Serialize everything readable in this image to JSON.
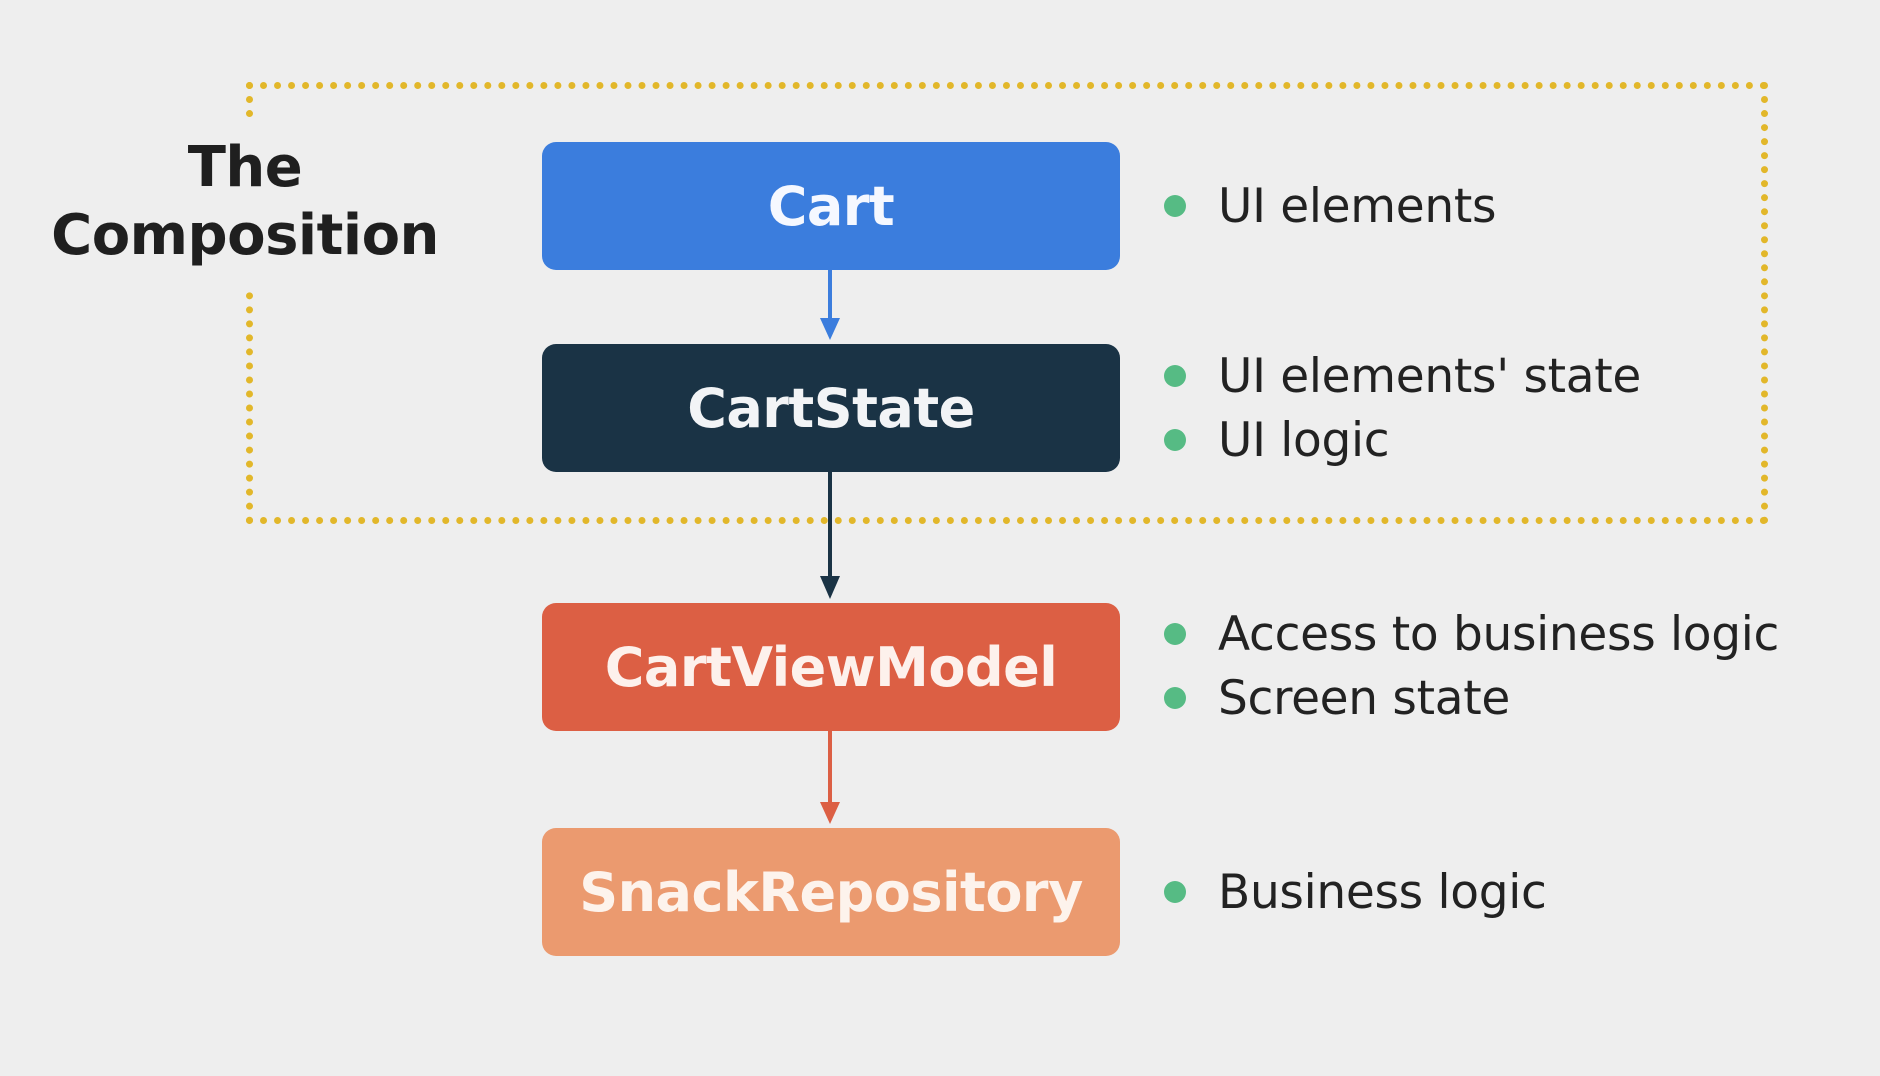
{
  "section_title": {
    "line1": "The",
    "line2": "Composition"
  },
  "colors": {
    "background": "#eeeeee",
    "frame_dots": "#e2b72a",
    "bullet": "#56bb84",
    "text_dark": "#1f1f1f"
  },
  "nodes": [
    {
      "label": "Cart",
      "fill": "#3b7ddd",
      "text_color": "#f5f8ff",
      "bullets": [
        "UI elements"
      ]
    },
    {
      "label": "CartState",
      "fill": "#1a3345",
      "text_color": "#f2f4f6",
      "bullets": [
        "UI elements' state",
        "UI logic"
      ]
    },
    {
      "label": "CartViewModel",
      "fill": "#dc5f44",
      "text_color": "#fdf1ec",
      "bullets": [
        "Access to business logic",
        "Screen state"
      ]
    },
    {
      "label": "SnackRepository",
      "fill": "#eb9a6f",
      "text_color": "#fdf3ec",
      "bullets": [
        "Business logic"
      ]
    }
  ],
  "edges": [
    {
      "from": "Cart",
      "to": "CartState",
      "color": "#3b7ddd"
    },
    {
      "from": "CartState",
      "to": "CartViewModel",
      "color": "#1a3345"
    },
    {
      "from": "CartViewModel",
      "to": "SnackRepository",
      "color": "#dc5f44"
    }
  ]
}
